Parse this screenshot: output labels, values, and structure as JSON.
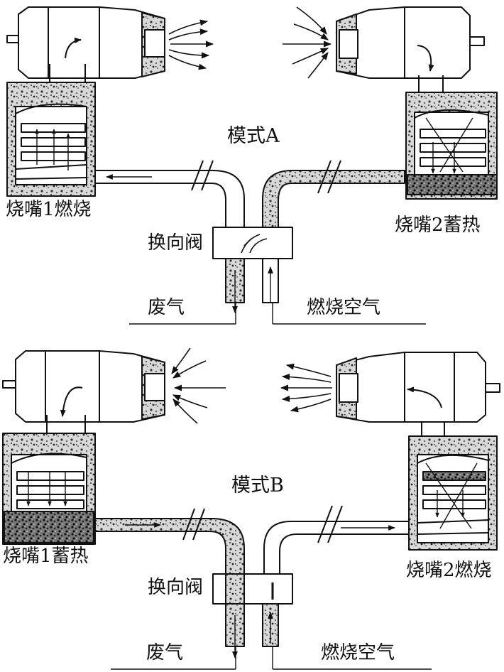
{
  "mode_a": {
    "title": "模式A",
    "burner_left": "烧嘴1燃烧",
    "burner_right": "烧嘴2蓄热",
    "valve": "换向阀",
    "waste_gas": "废气",
    "combustion_air": "燃烧空气"
  },
  "mode_b": {
    "title": "模式B",
    "burner_left": "烧嘴1蓄热",
    "burner_right": "烧嘴2燃烧",
    "valve": "换向阀",
    "waste_gas": "废气",
    "combustion_air": "燃烧空气"
  },
  "colors": {
    "line": "#111111",
    "fill": "#ffffff",
    "speckle": "#555555"
  }
}
